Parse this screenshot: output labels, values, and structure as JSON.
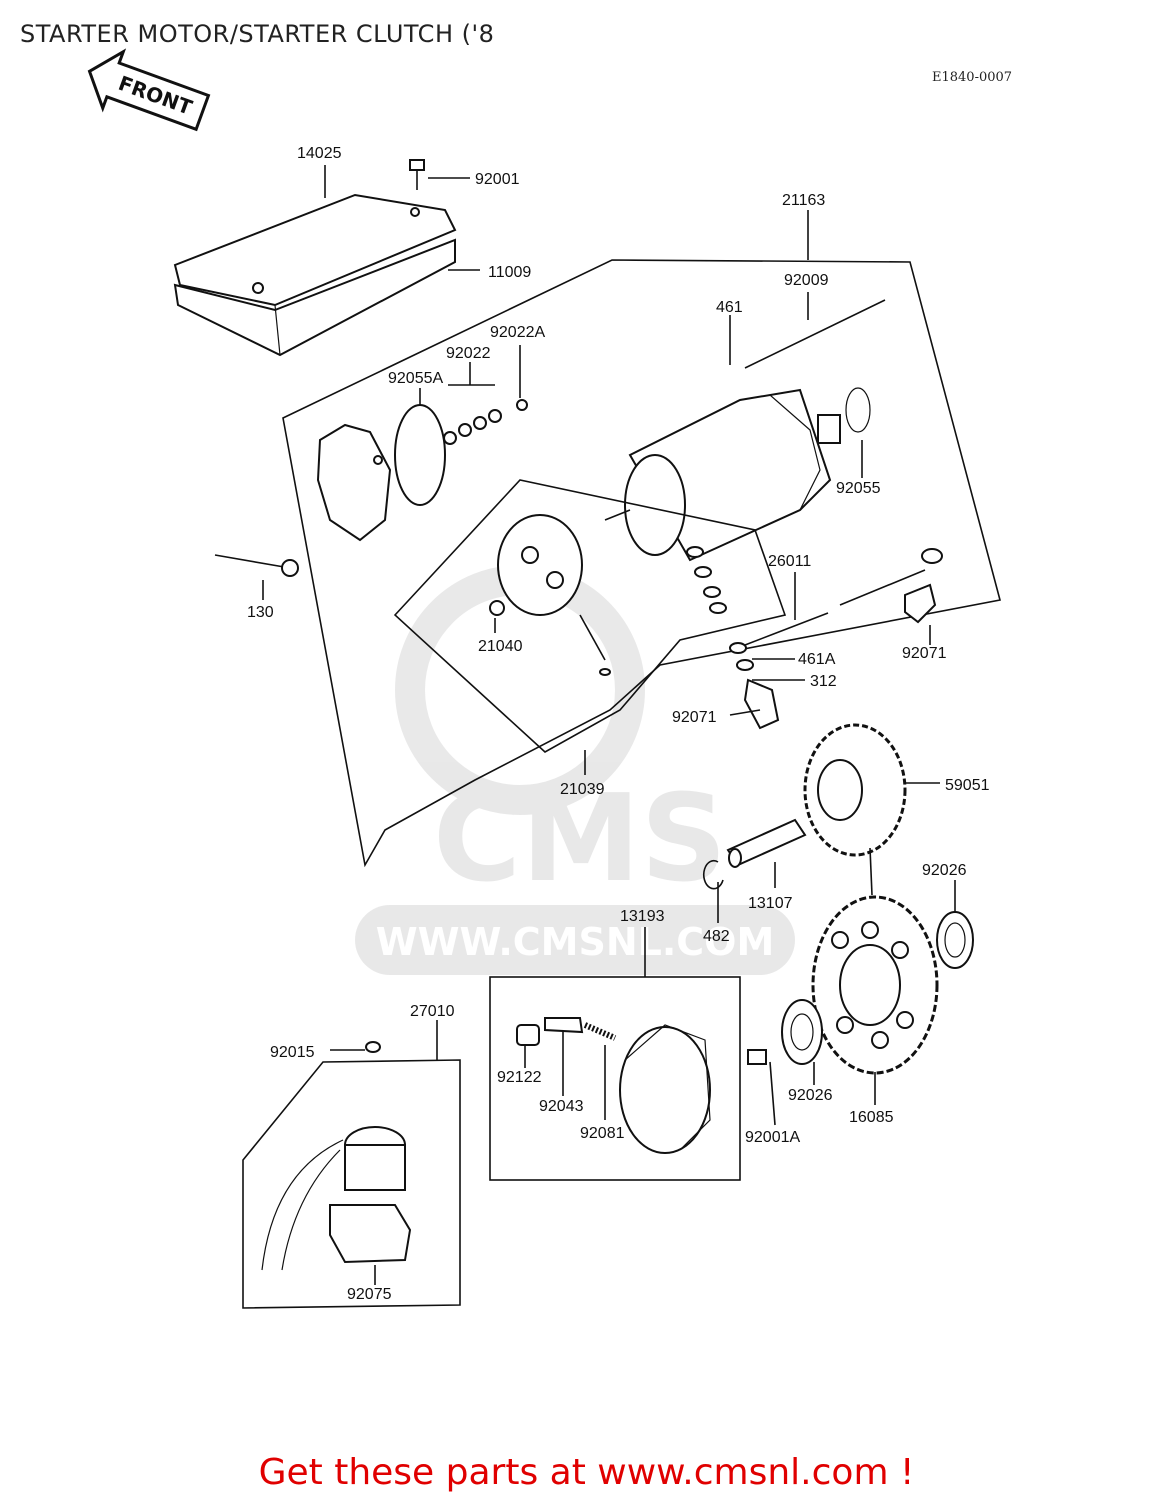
{
  "title": "STARTER MOTOR/STARTER CLUTCH ('8",
  "diagram_code": "E1840-0007",
  "front_arrow_label": "FRONT",
  "watermark": {
    "brand": "CMS",
    "url": "WWW.CMSNL.COM"
  },
  "parts": {
    "p14025": "14025",
    "p92001": "92001",
    "p11009": "11009",
    "p21163": "21163",
    "p92009": "92009",
    "p461": "461",
    "p92022A": "92022A",
    "p92022": "92022",
    "p92055A": "92055A",
    "p92055": "92055",
    "p130": "130",
    "p21040": "21040",
    "p26011": "26011",
    "p461A": "461A",
    "p312": "312",
    "p92071_a": "92071",
    "p92071_b": "92071",
    "p21039": "21039",
    "p59051": "59051",
    "p92026_a": "92026",
    "p482": "482",
    "p13107": "13107",
    "p13193": "13193",
    "p27010": "27010",
    "p92015": "92015",
    "p92122": "92122",
    "p92043": "92043",
    "p92081": "92081",
    "p92001A": "92001A",
    "p92026_b": "92026",
    "p16085": "16085",
    "p92075": "92075"
  },
  "footer": {
    "text": "Get these parts at www.cmsnl.com !"
  }
}
